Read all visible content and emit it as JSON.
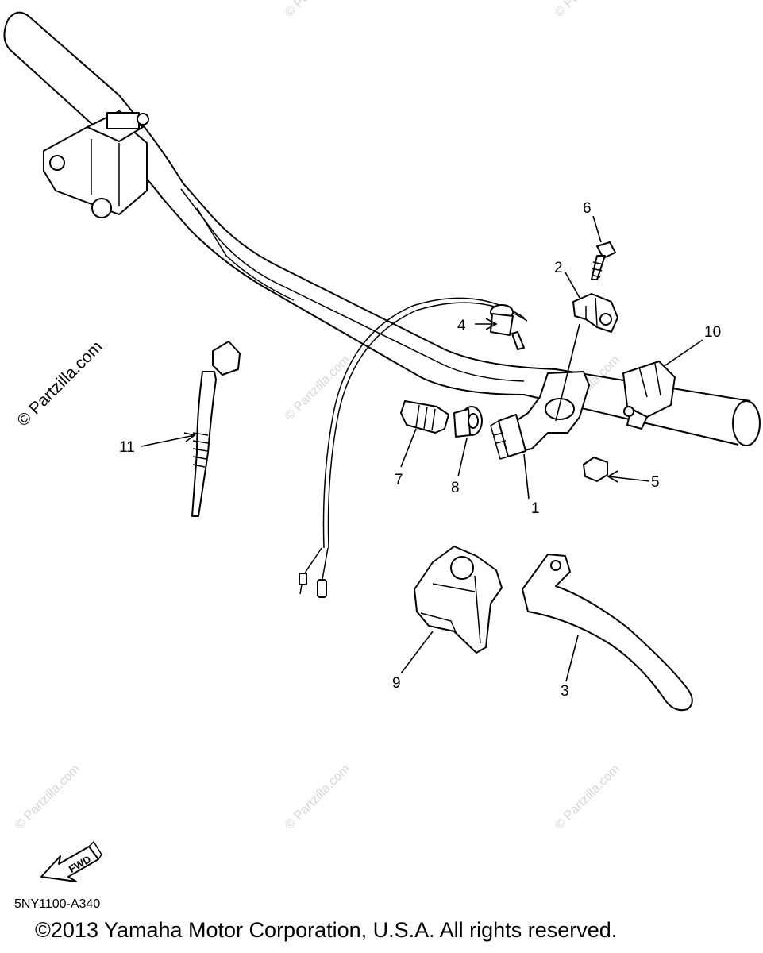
{
  "diagram_code": "5NY1100-A340",
  "copyright": "©2013  Yamaha Motor Corporation, U.S.A. All rights reserved.",
  "watermark": "© Partzilla.com",
  "fwd_label": "FWD",
  "callouts": [
    "1",
    "2",
    "3",
    "4",
    "5",
    "6",
    "7",
    "8",
    "9",
    "10",
    "11"
  ]
}
